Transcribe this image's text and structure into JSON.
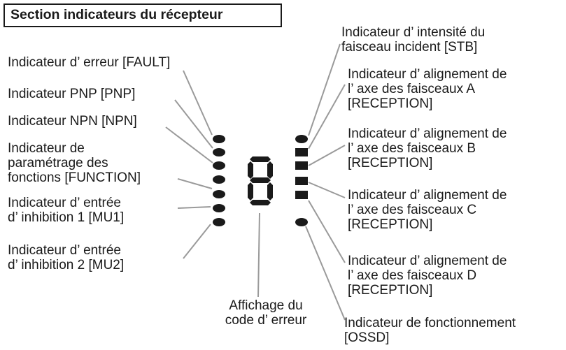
{
  "title": "Section indicateurs du récepteur",
  "left_labels": [
    {
      "id": "fault",
      "lines": [
        "Indicateur d’ erreur [FAULT]"
      ]
    },
    {
      "id": "pnp",
      "lines": [
        "Indicateur PNP [PNP]"
      ]
    },
    {
      "id": "npn",
      "lines": [
        "Indicateur NPN [NPN]"
      ]
    },
    {
      "id": "function",
      "lines": [
        "Indicateur de",
        "paramétrage des",
        "fonctions [FUNCTION]"
      ]
    },
    {
      "id": "mu1",
      "lines": [
        "Indicateur d’ entrée",
        "d’ inhibition 1 [MU1]"
      ]
    },
    {
      "id": "mu2",
      "lines": [
        "Indicateur d’ entrée",
        "d’ inhibition 2 [MU2]"
      ]
    }
  ],
  "right_labels": [
    {
      "id": "stb",
      "lines": [
        "Indicateur d’ intensité du",
        "faisceau incident [STB]"
      ]
    },
    {
      "id": "reception-a",
      "lines": [
        "Indicateur d’ alignement de",
        "l’ axe des faisceaux A",
        "[RECEPTION]"
      ]
    },
    {
      "id": "reception-b",
      "lines": [
        "Indicateur d’ alignement de",
        "l’ axe des faisceaux B",
        "[RECEPTION]"
      ]
    },
    {
      "id": "reception-c",
      "lines": [
        "Indicateur d’ alignement de",
        "l’ axe des faisceaux C",
        "[RECEPTION]"
      ]
    },
    {
      "id": "reception-d",
      "lines": [
        "Indicateur d’ alignement de",
        "l’ axe des faisceaux D",
        "[RECEPTION]"
      ]
    },
    {
      "id": "ossd",
      "lines": [
        "Indicateur de fonctionnement",
        "[OSSD]"
      ]
    }
  ],
  "bottom_label": {
    "id": "error-code-display",
    "lines": [
      "Affichage du",
      "code d’ erreur"
    ]
  },
  "display_digit": "8",
  "colors": {
    "ink": "#1a1a1a",
    "leader_line": "#9a9a9a"
  }
}
